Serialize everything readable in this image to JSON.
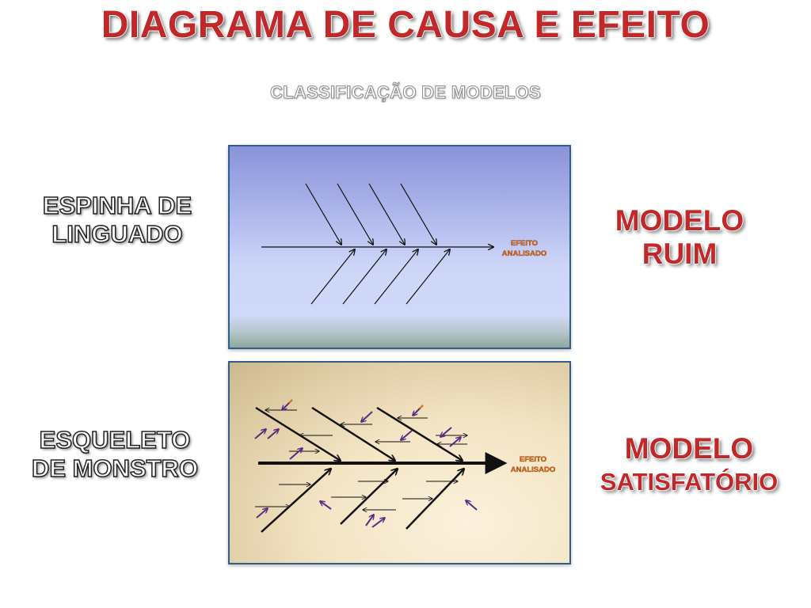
{
  "title": "DIAGRAMA DE CAUSA E EFEITO",
  "subtitle": "CLASSIFICAÇÃO DE MODELOS",
  "models": [
    {
      "name_lines": [
        "ESPINHA DE",
        "LINGUADO"
      ],
      "rating_lines": [
        "MODELO",
        "RUIM"
      ],
      "effect_lines": [
        "EFEITO",
        "ANALISADO"
      ]
    },
    {
      "name_lines": [
        "ESQUELETO",
        "DE MONSTRO"
      ],
      "rating_lines": [
        "MODELO",
        "SATISFATÓRIO"
      ],
      "effect_lines": [
        "EFEITO",
        "ANALISADO"
      ]
    }
  ],
  "colors": {
    "title": "#c0282a",
    "rating": "#c0282a",
    "effect_text": "#e8731a",
    "panel_border": "#2e5f8a",
    "arrow_purple": "#5a2a82"
  }
}
